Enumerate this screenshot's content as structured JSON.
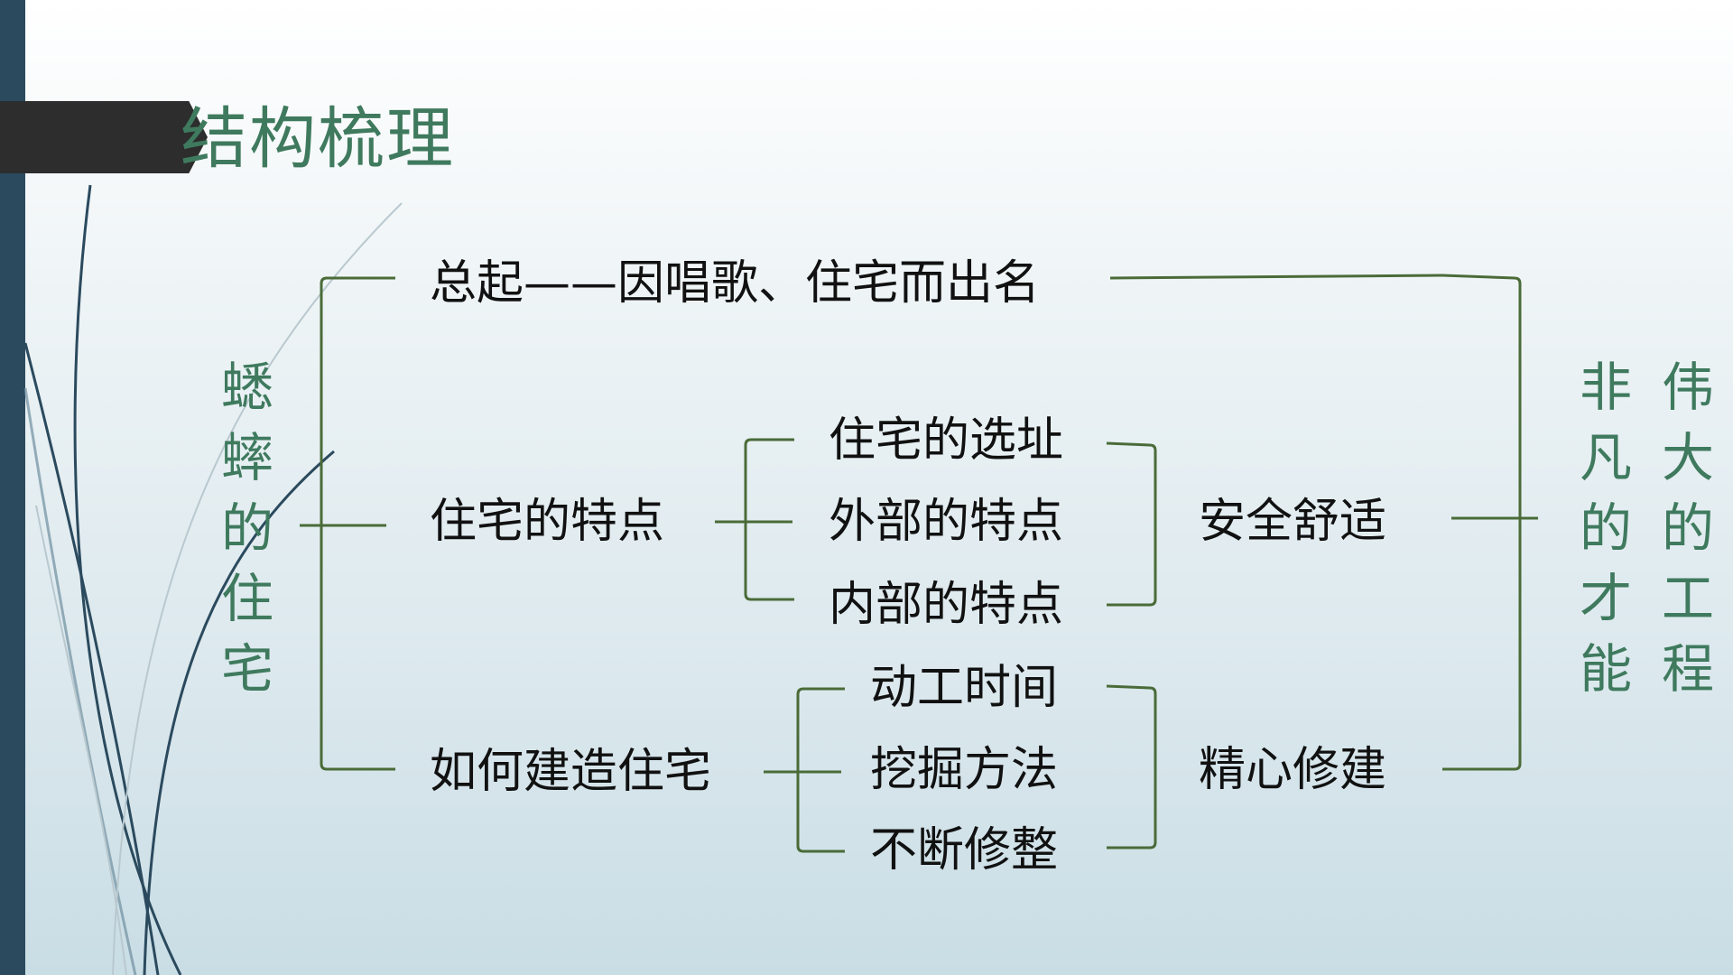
{
  "slide": {
    "title": "结构梳理"
  },
  "diagram": {
    "root": "蟋蟀的住宅",
    "conclusion": {
      "column_1": "非凡的才能",
      "column_2": "伟大的工程"
    },
    "level1": {
      "intro": "总起——因唱歌、住宅而出名",
      "features": "住宅的特点",
      "building": "如何建造住宅"
    },
    "features_items": [
      "住宅的选址",
      "外部的特点",
      "内部的特点"
    ],
    "features_summary": "安全舒适",
    "building_items": [
      "动工时间",
      "挖掘方法",
      "不断修整"
    ],
    "building_summary": "精心修建"
  },
  "colors": {
    "title_green": "#3f7a5e",
    "bracket_green": "#4a6b38",
    "left_bar": "#2b4a5e",
    "title_tab": "#2d2d2d"
  }
}
